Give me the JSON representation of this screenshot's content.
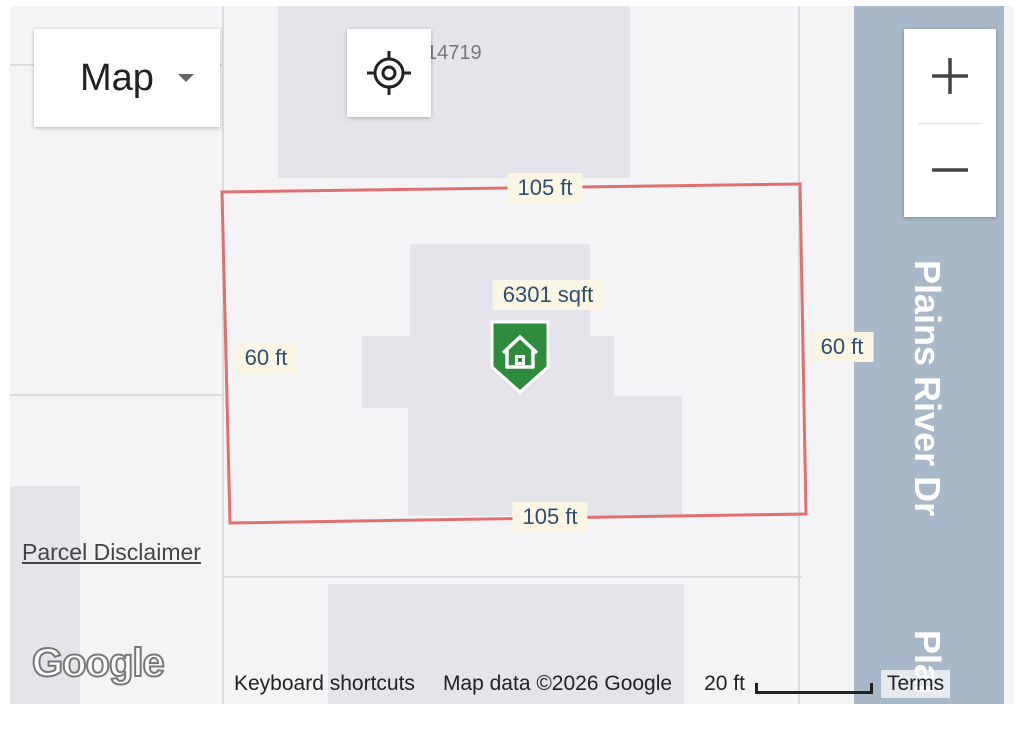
{
  "map_type": {
    "label": "Map"
  },
  "parcel": {
    "top_length": "105 ft",
    "bottom_length": "105 ft",
    "left_length": "60 ft",
    "right_length": "60 ft",
    "area": "6301 sqft",
    "outline_color": "#e07070"
  },
  "neighbor_address": "14719",
  "street_name": "Plains River Dr",
  "street_name_partial": "Plai",
  "links": {
    "parcel_disclaimer": "Parcel Disclaimer",
    "keyboard_shortcuts": "Keyboard shortcuts",
    "map_data": "Map data ©2026 Google",
    "terms": "Terms"
  },
  "scale": {
    "label": "20 ft"
  },
  "logo_text": "Google",
  "marker": {
    "icon": "house-icon",
    "color": "#2e8b3c"
  }
}
